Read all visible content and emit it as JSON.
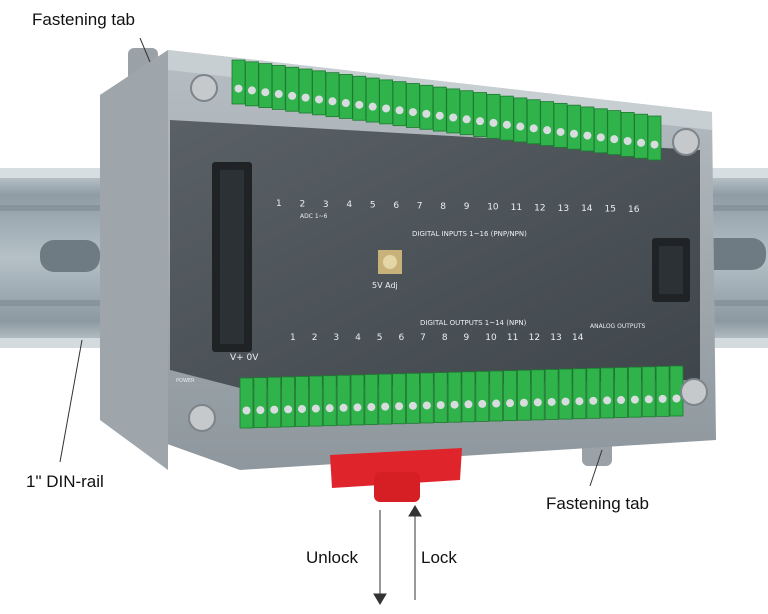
{
  "annotations": {
    "fastening_tab_top": "Fastening tab",
    "fastening_tab_bottom": "Fastening tab",
    "din_rail": "1\" DIN-rail",
    "unlock": "Unlock",
    "lock": "Lock"
  },
  "board": {
    "adc_label": "ADC 1~6",
    "digital_inputs_label": "DIGITAL INPUTS 1~16 (PNP/NPN)",
    "digital_outputs_label": "DIGITAL OUTPUTS 1~14 (NPN)",
    "analog_outputs_label": "ANALOG OUTPUTS",
    "pot_label": "5V Adj",
    "power_label": "POWER",
    "input_numbers": [
      "1",
      "2",
      "3",
      "4",
      "5",
      "6",
      "7",
      "8",
      "9",
      "10",
      "11",
      "12",
      "13",
      "14",
      "15",
      "16"
    ],
    "output_numbers": [
      "1",
      "2",
      "3",
      "4",
      "5",
      "6",
      "7",
      "8",
      "9",
      "10",
      "11",
      "12",
      "13",
      "14"
    ],
    "v_plus_0v": "V+ 0V"
  },
  "colors": {
    "terminal_green": "#2fb34a",
    "rail_metal": "#aab6bd",
    "case_gray": "#a9b0b5",
    "lock_red": "#e0242b"
  }
}
